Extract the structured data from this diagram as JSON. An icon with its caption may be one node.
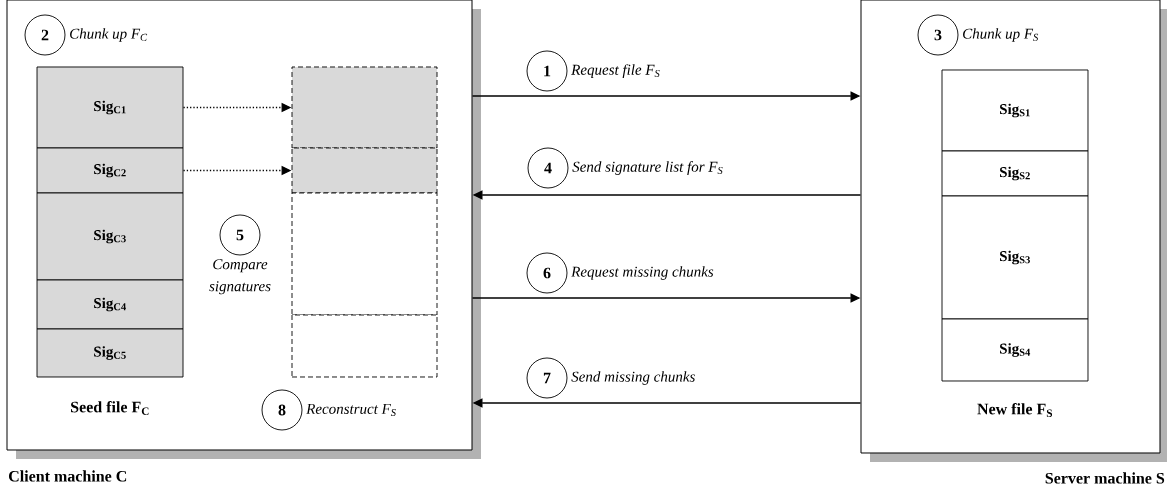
{
  "diagram": {
    "nodes": [
      {
        "text": [
          "Client machine C"
        ]
      },
      {
        "text": [
          "2"
        ],
        "beside": [
          "Chunk up F$_{C}$"
        ],
        "in": 0
      },
      {
        "text": [
          "Sig$_{C1}$"
        ],
        "in": 0
      },
      {
        "text": [
          "Sig$_{C2}$"
        ],
        "in": 0
      },
      {
        "text": [
          "Sig$_{C3}$"
        ],
        "in": 0
      },
      {
        "text": [
          "Sig$_{C4}$"
        ],
        "in": 0
      },
      {
        "text": [
          "Sig$_{C5}$"
        ],
        "in": 0
      },
      {
        "text": [],
        "shape": "box",
        "in": 0
      },
      {
        "text": [],
        "shape": "box",
        "in": 0
      },
      {
        "text": [],
        "shape": "box",
        "in": 0
      },
      {
        "text": [],
        "shape": "box",
        "in": 0
      },
      {
        "text": [
          "5"
        ],
        "beside": [
          "Compare signatures"
        ],
        "in": 0
      },
      {
        "text": [
          "8"
        ],
        "beside": [
          "Reconstruct F$_{S}$"
        ],
        "in": 0
      },
      {
        "text": [
          "1"
        ],
        "beside": [
          "Request file F$_{S}$"
        ]
      },
      {
        "text": [
          "4"
        ],
        "beside": [
          "Send signature list for F$_{S}$"
        ]
      },
      {
        "text": [
          "6"
        ],
        "beside": [
          "Request missing chunks"
        ]
      },
      {
        "text": [
          "7"
        ],
        "beside": [
          "Send missing chunks"
        ]
      },
      {
        "text": [
          "Server machine S"
        ]
      },
      {
        "text": [
          "3"
        ],
        "beside": [
          "Chunk up F$_{S}$"
        ],
        "in": 17
      },
      {
        "text": [
          "Sig$_{S1}$"
        ],
        "in": 17
      },
      {
        "text": [
          "Sig$_{S2}$"
        ],
        "in": 17
      },
      {
        "text": [
          "Sig$_{S3}$"
        ],
        "in": 17
      },
      {
        "text": [
          "Sig$_{S4}$"
        ],
        "in": 17
      }
    ],
    "edges": [
      {
        "from": 2,
        "to": 7,
        "arrow": "to",
        "style": "dashed"
      },
      {
        "from": 3,
        "to": 8,
        "arrow": "to",
        "style": "dashed"
      },
      {
        "from": 0,
        "to": 17,
        "arrow": "to"
      },
      {
        "from": 17,
        "to": 0,
        "arrow": "to"
      },
      {
        "from": 0,
        "to": 17,
        "arrow": "to"
      },
      {
        "from": 17,
        "to": 0,
        "arrow": "to"
      }
    ],
    "labels": [
      "Seed file F$_{C}$",
      "New file F$_{S}$"
    ]
  }
}
